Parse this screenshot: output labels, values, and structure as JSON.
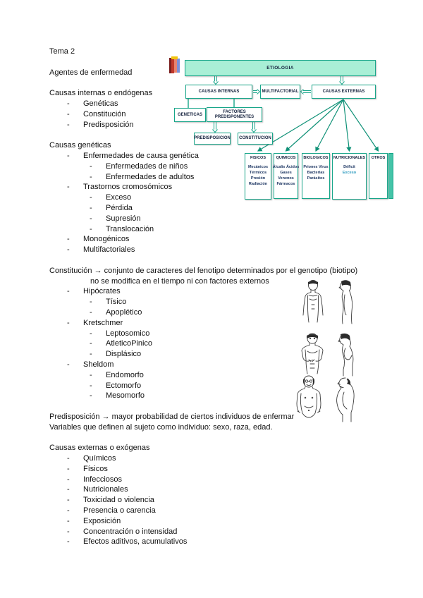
{
  "page": {
    "background": "#ffffff"
  },
  "document": {
    "lines": [
      {
        "t": "Tema 2",
        "lvl": "p"
      },
      {
        "t": "",
        "lvl": "blank"
      },
      {
        "t": "Agentes de enfermedad",
        "lvl": "p"
      },
      {
        "t": "",
        "lvl": "blank"
      },
      {
        "t": "Causas internas o endógenas",
        "lvl": "p"
      },
      {
        "t": "Genéticas",
        "lvl": "b1"
      },
      {
        "t": "Constitución",
        "lvl": "b1"
      },
      {
        "t": "Predisposición",
        "lvl": "b1"
      },
      {
        "t": "",
        "lvl": "blank"
      },
      {
        "t": "Causas genéticas",
        "lvl": "p"
      },
      {
        "t": "Enfermedades de causa genética",
        "lvl": "b1"
      },
      {
        "t": "Enfermedades de niños",
        "lvl": "b2"
      },
      {
        "t": "Enfermedades de adultos",
        "lvl": "b2"
      },
      {
        "t": "Trastornos cromosómicos",
        "lvl": "b1"
      },
      {
        "t": "Exceso",
        "lvl": "b2"
      },
      {
        "t": "Pérdida",
        "lvl": "b2"
      },
      {
        "t": "Supresión",
        "lvl": "b2"
      },
      {
        "t": "Translocación",
        "lvl": "b2"
      },
      {
        "t": "Monogénicos",
        "lvl": "b1"
      },
      {
        "t": "Multifactoriales",
        "lvl": "b1"
      },
      {
        "t": "",
        "lvl": "blank"
      },
      {
        "t": "Constitución → conjunto de caracteres del fenotipo determinados por el genotipo (biotipo)",
        "lvl": "p"
      },
      {
        "t": "no se modifica en el tiempo ni con factores externos",
        "lvl": "cont"
      },
      {
        "t": "Hipócrates",
        "lvl": "b1"
      },
      {
        "t": "Tísico",
        "lvl": "b2"
      },
      {
        "t": "Apoplético",
        "lvl": "b2"
      },
      {
        "t": "Kretschmer",
        "lvl": "b1"
      },
      {
        "t": "Leptosomico",
        "lvl": "b2"
      },
      {
        "t": "AtleticoPinico",
        "lvl": "b2"
      },
      {
        "t": "Displásico",
        "lvl": "b2"
      },
      {
        "t": "Sheldom",
        "lvl": "b1"
      },
      {
        "t": "Endomorfo",
        "lvl": "b2"
      },
      {
        "t": "Ectomorfo",
        "lvl": "b2"
      },
      {
        "t": "Mesomorfo",
        "lvl": "b2"
      },
      {
        "t": "",
        "lvl": "blank"
      },
      {
        "t": "Predisposición → mayor probabilidad de ciertos individuos de enfermar",
        "lvl": "p"
      },
      {
        "t": "Variables que definen al sujeto como individuo: sexo, raza, edad.",
        "lvl": "p"
      },
      {
        "t": "",
        "lvl": "blank"
      },
      {
        "t": "Causas externas o exógenas",
        "lvl": "p"
      },
      {
        "t": "Químicos",
        "lvl": "b1"
      },
      {
        "t": "Físicos",
        "lvl": "b1"
      },
      {
        "t": "Infecciosos",
        "lvl": "b1"
      },
      {
        "t": "Nutricionales",
        "lvl": "b1"
      },
      {
        "t": "Toxicidad o violencia",
        "lvl": "b1"
      },
      {
        "t": "Presencia o carencia",
        "lvl": "b1"
      },
      {
        "t": "Exposición",
        "lvl": "b1"
      },
      {
        "t": "Concentración o intensidad",
        "lvl": "b1"
      },
      {
        "t": "Efectos aditivos, acumulativos",
        "lvl": "b1"
      }
    ]
  },
  "diagram": {
    "colors": {
      "box_border": "#17a589",
      "box_fill": "#a9efd6",
      "arrow": "#0f9177",
      "label_text": "#14213d",
      "content_text": "#1f3864",
      "accent_text": "#2e9bbf"
    },
    "boxes": {
      "etiologia": "ETIOLOGIA",
      "causas_internas": "CAUSAS INTERNAS",
      "multifactorial": "MULTIFACTORIAL",
      "causas_externas": "CAUSAS EXTERNAS",
      "geneticas": "GENETICAS",
      "factores_predisponentes": "FACTORES PREDISPONENTES",
      "predisposicion": "PREDISPOSICION",
      "constitucion": "CONSTITUCION"
    },
    "categories": [
      {
        "title": "FISICOS",
        "items": [
          {
            "t": "Mecánicos"
          },
          {
            "t": "Térmicos"
          },
          {
            "t": "Presión"
          },
          {
            "t": "Radiación"
          }
        ]
      },
      {
        "title": "QUIMICOS",
        "items": [
          {
            "t": "Álcalis Ácidos"
          },
          {
            "t": "Gases"
          },
          {
            "t": "Venenos"
          },
          {
            "t": "Fármacos"
          }
        ]
      },
      {
        "title": "BIOLOGICOS",
        "items": [
          {
            "t": "Priones Virus"
          },
          {
            "t": "Bacterias"
          },
          {
            "t": "Parásitos"
          }
        ]
      },
      {
        "title": "NUTRICIONALES",
        "items": [
          {
            "t": "Déficit"
          },
          {
            "t": "Exceso",
            "accent": true
          }
        ]
      },
      {
        "title": "OTROS",
        "items": []
      }
    ]
  },
  "figures": [
    "slim-body-type-sketch",
    "athletic-body-type-sketch",
    "pyknic-body-type-sketch"
  ]
}
